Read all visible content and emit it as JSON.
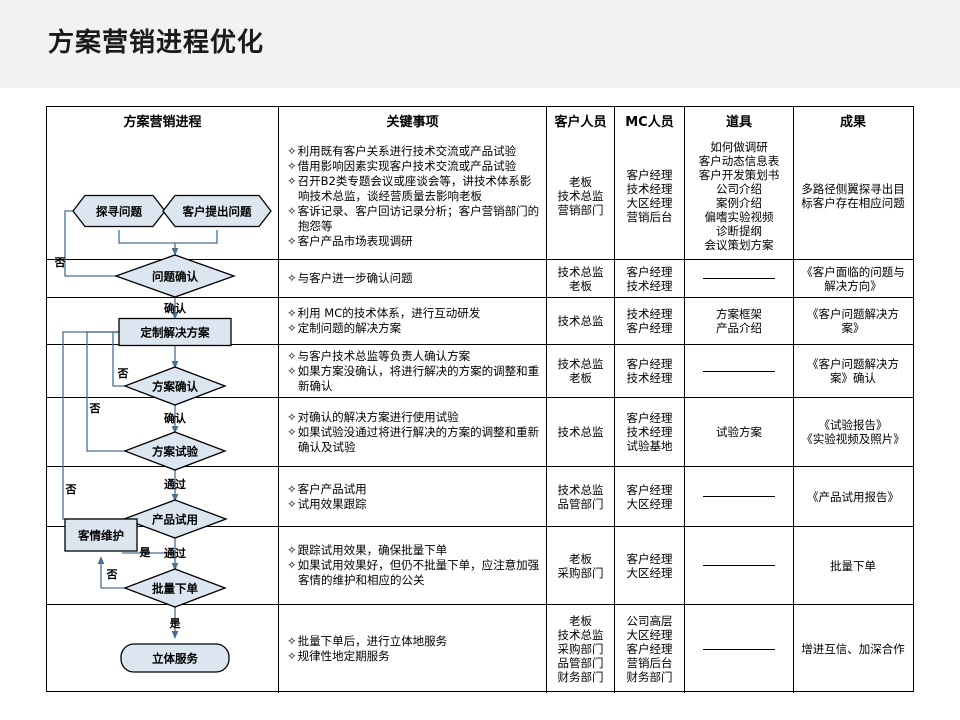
{
  "header": {
    "title": "方案营销进程优化"
  },
  "table": {
    "columns": [
      {
        "key": "flow",
        "label": "方案营销进程"
      },
      {
        "key": "items",
        "label": "关键事项"
      },
      {
        "key": "cust",
        "label": "客户人员"
      },
      {
        "key": "mc",
        "label": "MC人员"
      },
      {
        "key": "tool",
        "label": "道具"
      },
      {
        "key": "res",
        "label": "成果"
      }
    ],
    "rows": [
      {
        "items": [
          "利用既有客户关系进行技术交流或产品试验",
          "借用影响因素实现客户技术交流或产品试验",
          "召开B2类专题会议或座谈会等，讲技术体系影响技术总监，谈经营质量去影响老板",
          "客诉记录、客户回访记录分析；客户营销部门的抱怨等",
          "客户产品市场表现调研"
        ],
        "cust": [
          "老板",
          "技术总监",
          "营销部门"
        ],
        "mc": [
          "客户经理",
          "技术经理",
          "大区经理",
          "营销后台"
        ],
        "tool": [
          "如何做调研",
          "客户动态信息表",
          "客户开发策划书",
          "公司介绍",
          "案例介绍",
          "偏嗜实验视频",
          "诊断提纲",
          "会议策划方案"
        ],
        "res": [
          "多路径侧翼探寻出目标客户存在相应问题"
        ]
      },
      {
        "items": [
          "与客户进一步确认问题"
        ],
        "cust": [
          "技术总监",
          "老板"
        ],
        "mc": [
          "客户经理",
          "技术经理"
        ],
        "tool": [
          "—"
        ],
        "res": [
          "《客户面临的问题与解决方向》"
        ]
      },
      {
        "items": [
          "利用 MC的技术体系，进行互动研发",
          "定制问题的解决方案"
        ],
        "cust": [
          "技术总监"
        ],
        "mc": [
          "技术经理",
          "客户经理"
        ],
        "tool": [
          "方案框架",
          "产品介绍"
        ],
        "res": [
          "《客户问题解决方案》"
        ]
      },
      {
        "items": [
          "与客户技术总监等负责人确认方案",
          "如果方案没确认，将进行解决的方案的调整和重新确认"
        ],
        "cust": [
          "技术总监",
          "老板"
        ],
        "mc": [
          "客户经理",
          "技术经理"
        ],
        "tool": [
          "—"
        ],
        "res": [
          "《客户问题解决方案》确认"
        ]
      },
      {
        "items": [
          "对确认的解决方案进行使用试验",
          "如果试验没通过将进行解决的方案的调整和重新确认及试验"
        ],
        "cust": [
          "技术总监"
        ],
        "mc": [
          "客户经理",
          "技术经理",
          "试验基地"
        ],
        "tool": [
          "试验方案"
        ],
        "res": [
          "《试验报告》",
          "《实验视频及照片》"
        ]
      },
      {
        "items": [
          "客户产品试用",
          "试用效果跟踪"
        ],
        "cust": [
          "技术总监",
          "品管部门"
        ],
        "mc": [
          "客户经理",
          "大区经理"
        ],
        "tool": [
          "—"
        ],
        "res": [
          "《产品试用报告》"
        ]
      },
      {
        "items": [
          "跟踪试用效果，确保批量下单",
          "如果试用效果好，但仍不批量下单，应注意加强客情的维护和相应的公关"
        ],
        "cust": [
          "老板",
          "采购部门"
        ],
        "mc": [
          "客户经理",
          "大区经理"
        ],
        "tool": [
          "—"
        ],
        "res": [
          "批量下单"
        ]
      },
      {
        "items": [
          "批量下单后，进行立体地服务",
          "规律性地定期服务"
        ],
        "cust": [
          "老板",
          "技术总监",
          "采购部门",
          "品管部门",
          "财务部门"
        ],
        "mc": [
          "公司高层",
          "大区经理",
          "客户经理",
          "营销后台",
          "财务部门"
        ],
        "tool": [
          "—"
        ],
        "res": [
          "增进互信、加深合作"
        ]
      }
    ]
  },
  "flowchart": {
    "nodes": [
      {
        "id": "explore",
        "label": "探寻问题",
        "shape": "hexagon"
      },
      {
        "id": "raised",
        "label": "客户提出问题",
        "shape": "hexagon"
      },
      {
        "id": "confirm1",
        "label": "问题确认",
        "shape": "diamond"
      },
      {
        "id": "custom",
        "label": "定制解决方案",
        "shape": "rect"
      },
      {
        "id": "confirm2",
        "label": "方案确认",
        "shape": "diamond"
      },
      {
        "id": "trial",
        "label": "方案试验",
        "shape": "diamond"
      },
      {
        "id": "product",
        "label": "产品试用",
        "shape": "diamond"
      },
      {
        "id": "care",
        "label": "客情维护",
        "shape": "rect"
      },
      {
        "id": "batch",
        "label": "批量下单",
        "shape": "diamond"
      },
      {
        "id": "service",
        "label": "立体服务",
        "shape": "rounded"
      }
    ],
    "edge_labels": [
      {
        "id": "no1",
        "text": "否"
      },
      {
        "id": "ok1",
        "text": "确认"
      },
      {
        "id": "no2",
        "text": "否"
      },
      {
        "id": "ok2",
        "text": "确认"
      },
      {
        "id": "no3",
        "text": "否"
      },
      {
        "id": "pass1",
        "text": "通过"
      },
      {
        "id": "no4",
        "text": "否"
      },
      {
        "id": "pass2",
        "text": "通过"
      },
      {
        "id": "yes1",
        "text": "是"
      },
      {
        "id": "no5",
        "text": "否"
      },
      {
        "id": "yes2",
        "text": "是"
      }
    ],
    "colors": {
      "shape_fill": "#dce6f1",
      "shape_stroke": "#000000",
      "connector": "#4a6f91"
    }
  }
}
